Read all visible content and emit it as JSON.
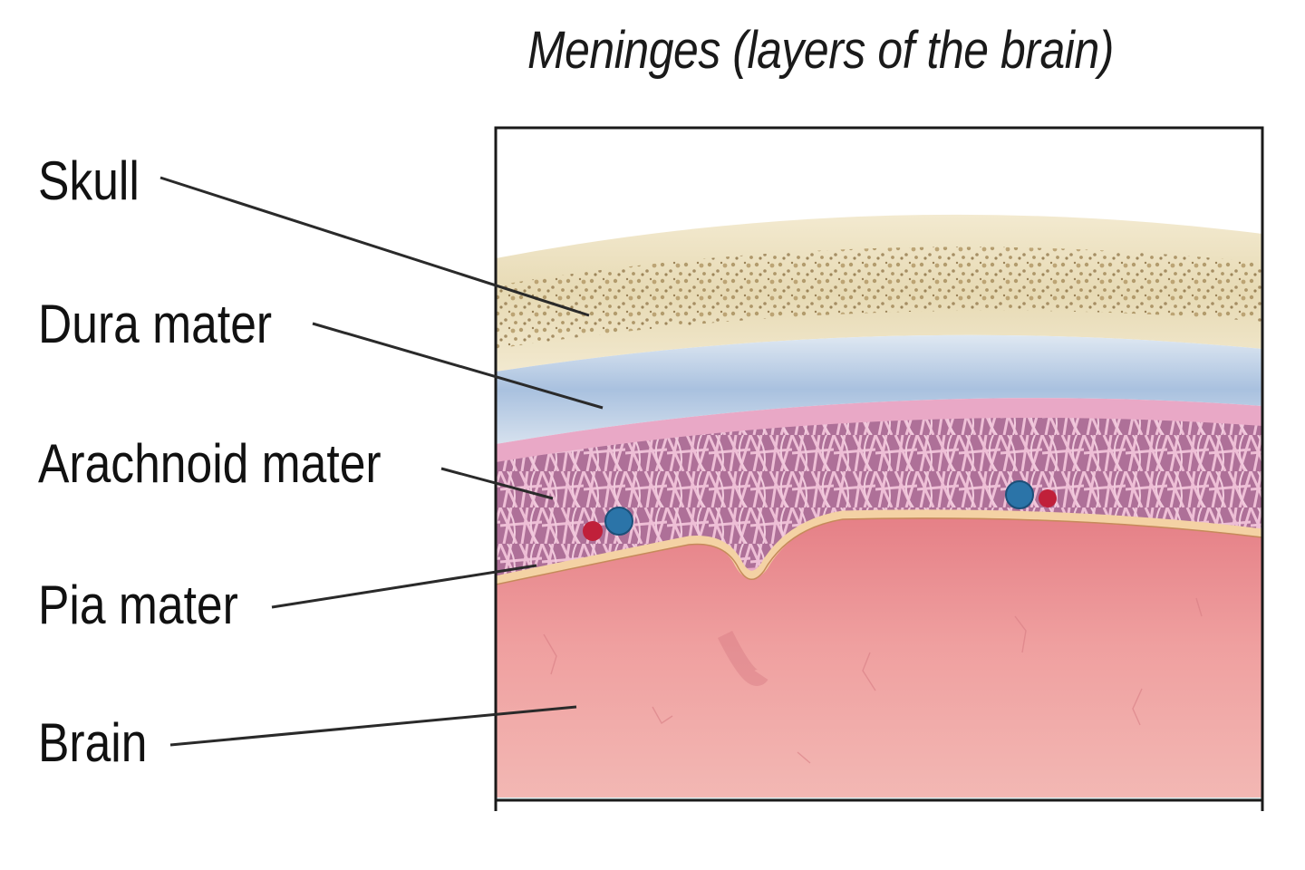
{
  "title": "Meninges (layers of the brain)",
  "labels": {
    "skull": "Skull",
    "dura": "Dura mater",
    "arachnoid": "Arachnoid mater",
    "pia": "Pia mater",
    "brain": "Brain"
  },
  "colors": {
    "bone": "#ebe0bd",
    "bone_speckle": "#a88f5e",
    "dura": "#b9cde4",
    "arachnoid": "#b57aa0",
    "arachnoid_web": "#e8b5cf",
    "pia": "#f5d5a8",
    "brain": "#e88a8a",
    "artery": "#c0203a",
    "vein": "#2b74a8"
  }
}
